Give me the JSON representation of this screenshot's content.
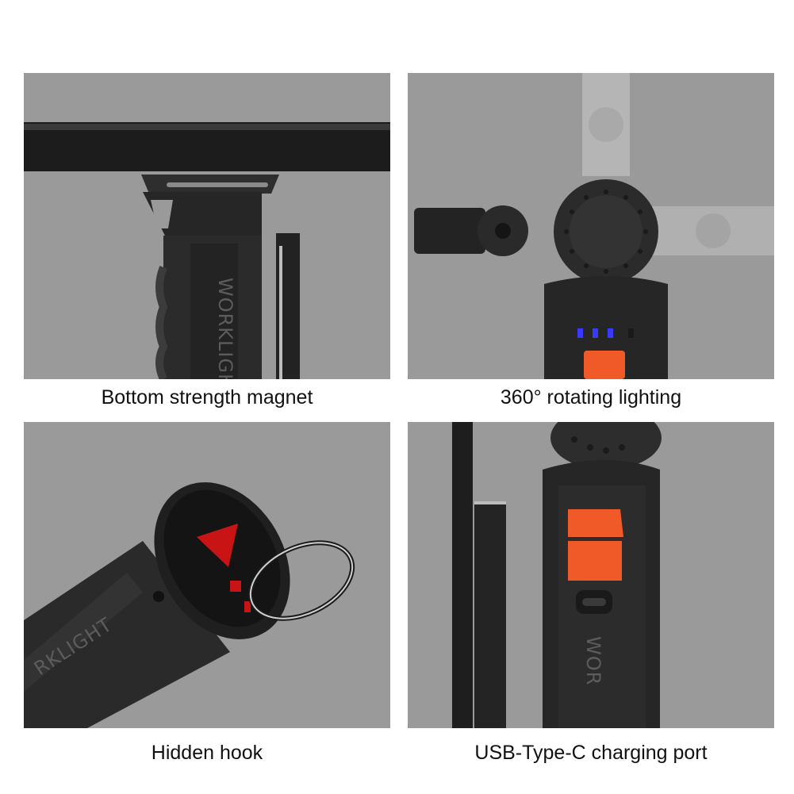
{
  "panels": [
    {
      "caption": "Bottom strength magnet",
      "molded_text": "WORKLIGHT"
    },
    {
      "caption": "360° rotating lighting"
    },
    {
      "caption": "Hidden hook",
      "molded_text": "RKLIGHT"
    },
    {
      "caption": "USB-Type-C charging port",
      "molded_text": "WOR"
    }
  ],
  "colors": {
    "panel_background": "#9a9a9a",
    "body": "#2a2a2a",
    "accent_orange": "#f05a28",
    "indicator_blue": "#3a3aff",
    "lens_red": "#d81818"
  }
}
